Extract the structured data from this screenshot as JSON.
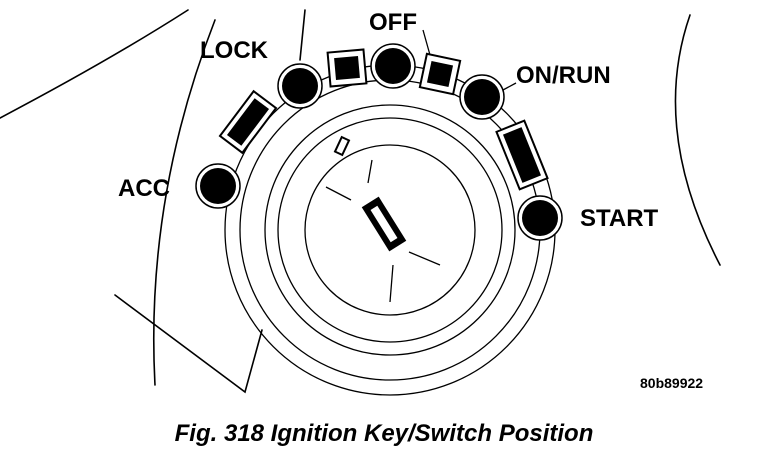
{
  "diagram": {
    "positions": {
      "lock": "LOCK",
      "off": "OFF",
      "on_run": "ON/RUN",
      "acc": "ACC",
      "start": "START"
    },
    "reference_code": "80b89922"
  },
  "caption": "Fig. 318 Ignition Key/Switch Position"
}
